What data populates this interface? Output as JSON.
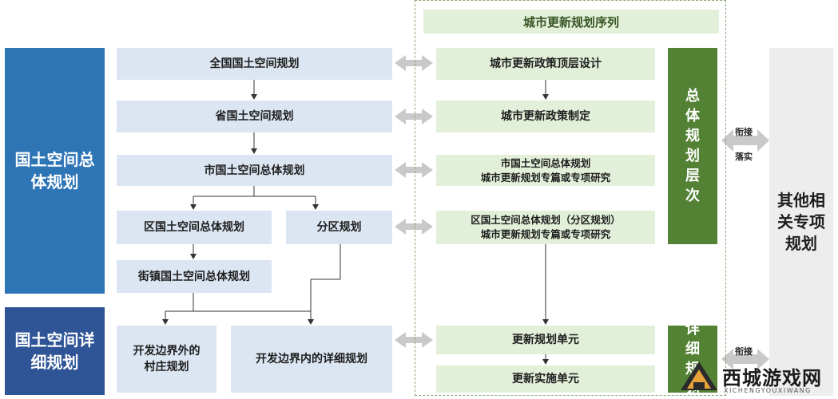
{
  "left_bars": {
    "overall": "国土空间总体规划",
    "detailed": "国土空间详细规划"
  },
  "plans": {
    "national": "全国国土空间规划",
    "provincial": "省国土空间规划",
    "city_master": "市国土空间总体规划",
    "district_master": "区国土空间总体规划",
    "zoning": "分区规划",
    "street_town": "街镇国土空间总体规划",
    "village": "开发边界外的村庄规划",
    "detailed_inside": "开发边界内的详细规划"
  },
  "renewal_series": {
    "title": "城市更新规划序列",
    "top_design": "城市更新政策顶层设计",
    "policy_making": "城市更新政策制定",
    "city_special_line1": "市国土空间总体规划",
    "city_special_line2": "城市更新规划专篇或专项研究",
    "district_special_line1": "区国土空间总体规划（分区规划）",
    "district_special_line2": "城市更新规划专篇或专项研究",
    "renewal_unit": "更新规划单元",
    "implementation_unit": "更新实施单元"
  },
  "levels": {
    "overall": "总体规划层次",
    "detailed": "详细规划"
  },
  "connectors": {
    "upper_line1": "衔接",
    "upper_line2": "落实",
    "lower_line1": "衔接"
  },
  "other": "其他相关专项规划",
  "watermark": {
    "name": "西城游戏网",
    "sub": "XICHENGYOUXIWANG"
  },
  "colors": {
    "blue_bar": "#2e75b6",
    "navy_bar": "#2f5597",
    "light_blue": "#dce6f2",
    "light_green": "#e2efd9",
    "dark_green": "#548235",
    "grey": "#ededed",
    "arrow_grey": "#c9c9c9"
  }
}
